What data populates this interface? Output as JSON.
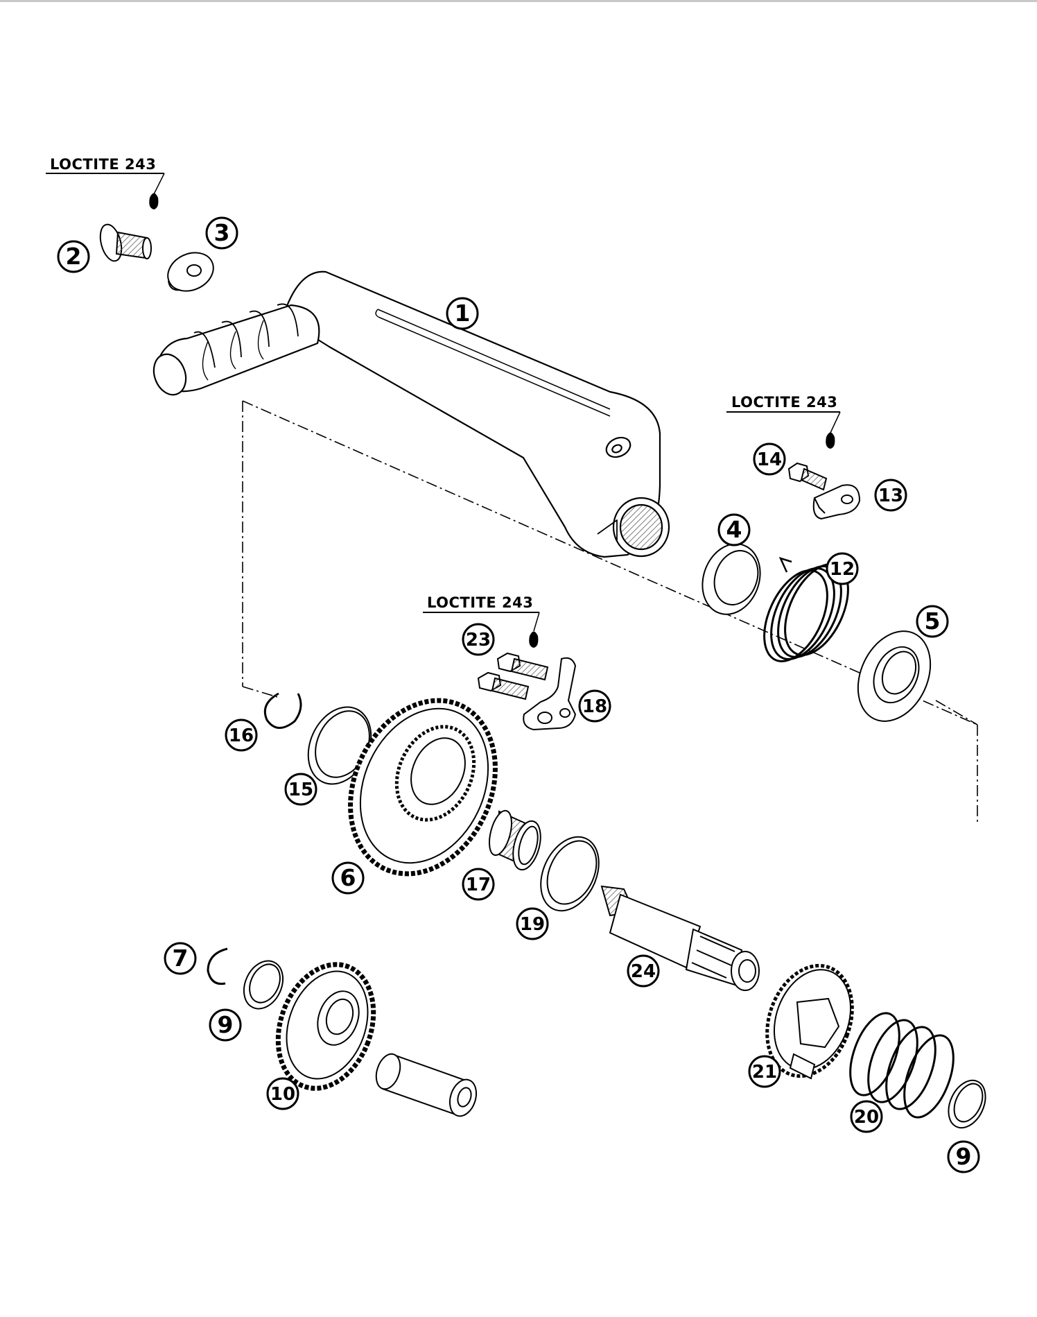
{
  "diagram": {
    "loctite_notes": [
      {
        "id": "loctite-a",
        "text": "LOCTITE 243"
      },
      {
        "id": "loctite-b",
        "text": "LOCTITE 243"
      },
      {
        "id": "loctite-c",
        "text": "LOCTITE 243"
      }
    ],
    "callouts": [
      {
        "id": "c1",
        "label": "1"
      },
      {
        "id": "c2",
        "label": "2"
      },
      {
        "id": "c3",
        "label": "3"
      },
      {
        "id": "c4",
        "label": "4"
      },
      {
        "id": "c5",
        "label": "5"
      },
      {
        "id": "c6",
        "label": "6"
      },
      {
        "id": "c7",
        "label": "7"
      },
      {
        "id": "c9a",
        "label": "9"
      },
      {
        "id": "c9b",
        "label": "9"
      },
      {
        "id": "c10",
        "label": "10"
      },
      {
        "id": "c12",
        "label": "12"
      },
      {
        "id": "c13",
        "label": "13"
      },
      {
        "id": "c14",
        "label": "14"
      },
      {
        "id": "c15",
        "label": "15"
      },
      {
        "id": "c16",
        "label": "16"
      },
      {
        "id": "c17",
        "label": "17"
      },
      {
        "id": "c18",
        "label": "18"
      },
      {
        "id": "c19",
        "label": "19"
      },
      {
        "id": "c20",
        "label": "20"
      },
      {
        "id": "c21",
        "label": "21"
      },
      {
        "id": "c23",
        "label": "23"
      },
      {
        "id": "c24",
        "label": "24"
      }
    ]
  }
}
